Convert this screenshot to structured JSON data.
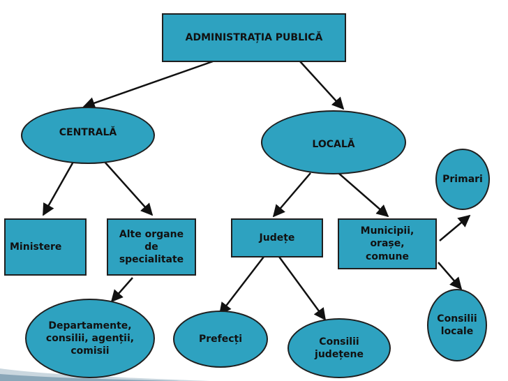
{
  "nodes": {
    "root": "ADMINISTRAȚIA PUBLICĂ",
    "central": "CENTRALĂ",
    "local": "LOCALĂ",
    "ministere": "Ministere",
    "alte_organe": "Alte organe de specialitate",
    "departamente": "Departamente, consilii, agenții, comisii",
    "judete": "Județe",
    "municipii": "Municipii, orașe, comune",
    "prefecti": "Prefecți",
    "consilii_judetene": "Consilii județene",
    "primari": "Primari",
    "consilii_locale": "Consilii locale"
  },
  "colors": {
    "node_fill": "#2ea2c0",
    "edge": "#111111",
    "border": "#1f1f1f"
  }
}
